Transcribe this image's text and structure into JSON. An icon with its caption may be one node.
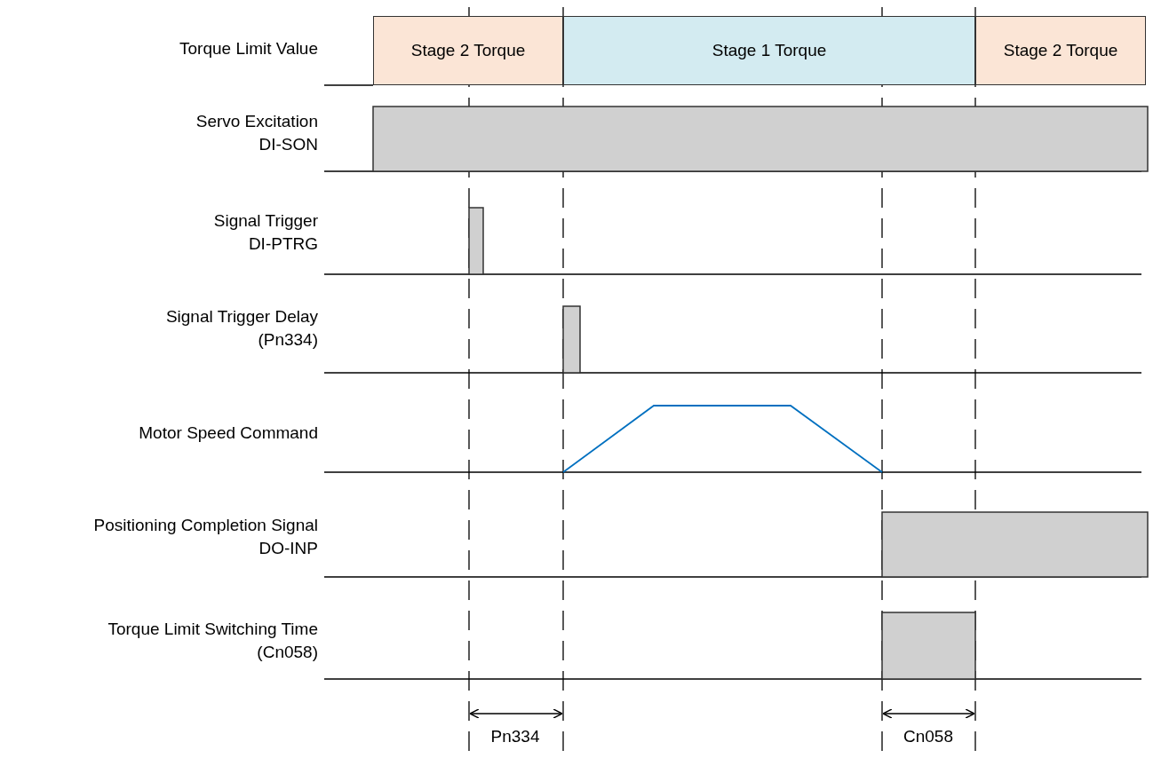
{
  "diagram": {
    "nodes": [
      {
        "text": [
          "Stage 2 Torque"
        ]
      },
      {
        "text": [
          "Stage 1 Torque"
        ]
      },
      {
        "text": [
          "Stage 2 Torque"
        ]
      }
    ],
    "labels": [
      "Torque Limit Value",
      "Servo Excitation DI-SON",
      "Signal Trigger DI-PTRG",
      "Signal Trigger Delay (Pn334)",
      "Motor Speed Command",
      "Positioning Completion Signal DO-INP",
      "Torque Limit Switching Time (Cn058)",
      "Pn334",
      "Cn058"
    ]
  }
}
